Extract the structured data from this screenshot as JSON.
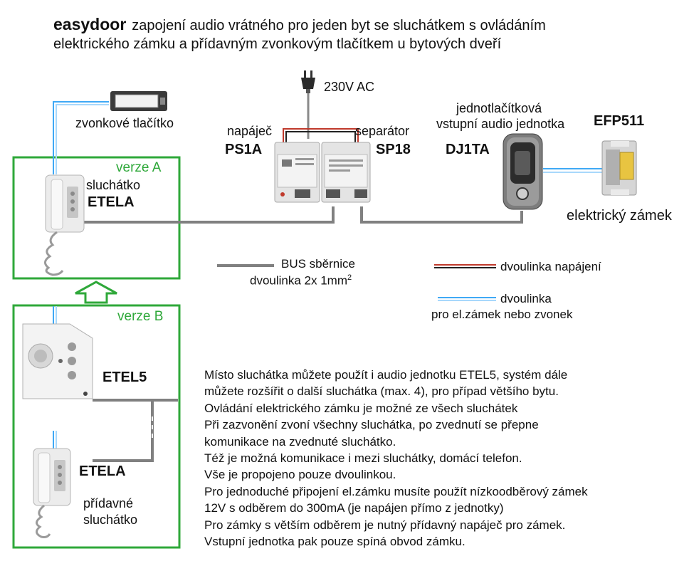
{
  "title": {
    "brand": "easydoor",
    "line1_rest": "zapojení audio vrátného pro jeden byt se sluchátkem s ovládáním",
    "line2": "elektrického zámku a přídavným zvonkovým tlačítkem u bytových dveří"
  },
  "labels": {
    "mains": "230V AC",
    "doorbell_button": "zvonkové tlačítko",
    "version_a": "verze A",
    "version_b": "verze B",
    "handset_label": "sluchátko",
    "handset_model": "ETELA",
    "psu_label": "napáječ",
    "psu_model": "PS1A",
    "separator_label": "separátor",
    "separator_model": "SP18",
    "entry_unit_line1": "jednotlačítková",
    "entry_unit_line2": "vstupní audio jednotka",
    "entry_unit_model": "DJ1TA",
    "lock_model": "EFP511",
    "lock_label": "elektrický zámek",
    "etel5_model": "ETEL5",
    "extra_handset_model": "ETELA",
    "extra_handset_line1": "přídavné",
    "extra_handset_line2": "sluchátko"
  },
  "legend": {
    "bus_line1": "BUS sběrnice",
    "bus_line2": "dvoulinka 2x 1mm",
    "bus_sup": "2",
    "power": "dvoulinka napájení",
    "lock_line1": "dvoulinka",
    "lock_line2": "pro el.zámek nebo zvonek"
  },
  "notes": [
    "Místo sluchátka můžete použít i audio jednotku ETEL5, systém dále",
    "můžete rozšířit o další sluchátka (max. 4), pro případ většího bytu.",
    "Ovládání elektrického zámku je možné ze všech sluchátek",
    "Při zazvonění zvoní všechny sluchátka, po zvednutí se přepne",
    "komunikace na zvednuté sluchátko.",
    "Též je možná komunikace i mezi sluchátky, domácí telefon.",
    "Vše je propojeno pouze dvoulinkou.",
    "Pro jednoduché připojení el.zámku musíte použít nízkoodběrový zámek",
    "12V s odběrem do 300mA (je napájen přímo z jednotky)",
    "Pro zámky s větším odběrem je nutný přídavný napáječ pro zámek.",
    "Vstupní jednotka pak pouze spíná obvod zámku."
  ],
  "colors": {
    "bus": "#808080",
    "power_red": "#c0392b",
    "lock_blue": "#3fa9f5",
    "frame_green": "#2fa83a"
  }
}
